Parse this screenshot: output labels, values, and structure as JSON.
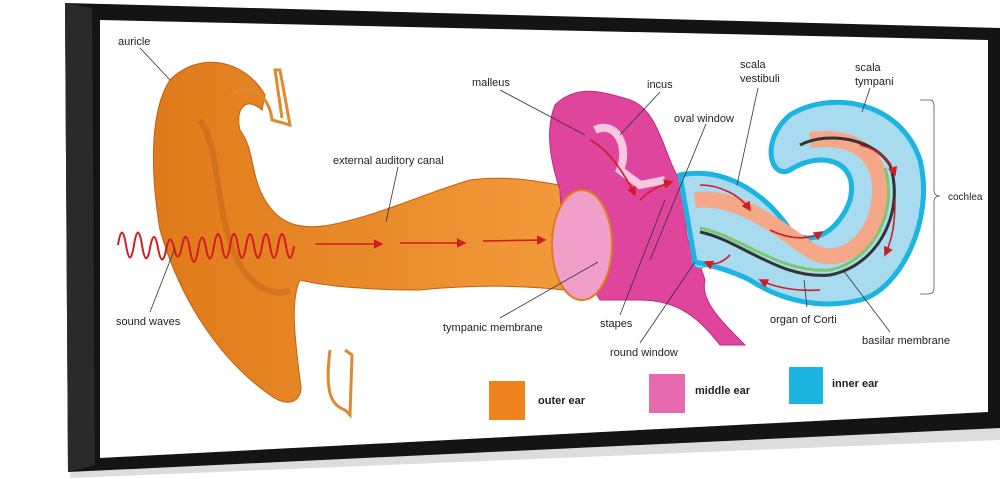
{
  "diagram": {
    "labels": {
      "auricle": "auricle",
      "external_auditory_canal": "external auditory canal",
      "malleus": "malleus",
      "incus": "incus",
      "oval_window": "oval window",
      "scala_vestibuli_1": "scala",
      "scala_vestibuli_2": "vestibuli",
      "scala_tympani_1": "scala",
      "scala_tympani_2": "tympani",
      "cochlea": "cochlea",
      "sound_waves": "sound waves",
      "tympanic_membrane": "tympanic membrane",
      "stapes": "stapes",
      "round_window": "round window",
      "organ_of_corti": "organ of Corti",
      "basilar_membrane": "basilar membrane"
    },
    "legend": [
      {
        "label": "outer ear",
        "color": "#f0821e"
      },
      {
        "label": "middle ear",
        "color": "#e86aae"
      },
      {
        "label": "inner ear",
        "color": "#1cb4e0"
      }
    ]
  }
}
